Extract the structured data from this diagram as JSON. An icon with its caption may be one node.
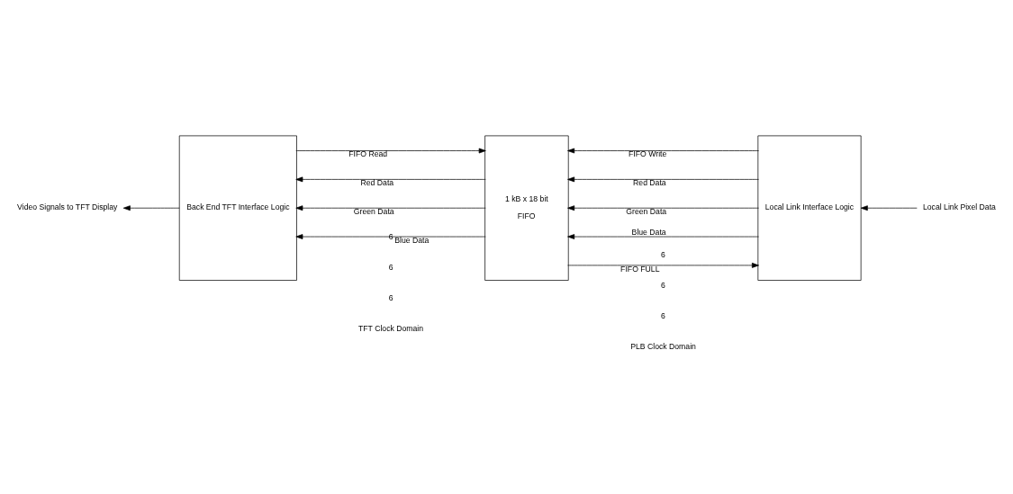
{
  "diagram": {
    "nodes": [
      {
        "text": [
          "Video Signals to TFT Display"
        ]
      },
      {
        "text": [
          "Back End TFT Interface Logic"
        ]
      },
      {
        "text": [
          "1 kB x 18 bit",
          "FIFO"
        ]
      },
      {
        "text": [
          "Local Link Interface Logic"
        ]
      },
      {
        "text": [
          "Local Link Pixel Data"
        ]
      }
    ],
    "edges": [
      {
        "from": 1,
        "to": 0,
        "arrow": "to"
      },
      {
        "from": 1,
        "to": 2,
        "arrow": "to",
        "label": "FIFO Read"
      },
      {
        "from": 2,
        "to": 1,
        "arrow": "to",
        "label": "Red Data"
      },
      {
        "from": 2,
        "to": 1,
        "arrow": "to",
        "label": "Green Data"
      },
      {
        "from": 2,
        "to": 1,
        "arrow": "to",
        "label": "Blue Data"
      },
      {
        "from": 3,
        "to": 2,
        "arrow": "to",
        "label": "FIFO Write"
      },
      {
        "from": 3,
        "to": 2,
        "arrow": "to",
        "label": "Red Data"
      },
      {
        "from": 3,
        "to": 2,
        "arrow": "to",
        "label": "Green Data"
      },
      {
        "from": 3,
        "to": 2,
        "arrow": "to",
        "label": "Blue Data"
      },
      {
        "from": 2,
        "to": 3,
        "arrow": "to",
        "label": "FIFO FULL"
      },
      {
        "from": 4,
        "to": 3,
        "arrow": "to"
      }
    ],
    "labels": [
      "6",
      "6",
      "6",
      "6",
      "6",
      "6",
      "TFT Clock Domain",
      "PLB Clock Domain"
    ]
  }
}
